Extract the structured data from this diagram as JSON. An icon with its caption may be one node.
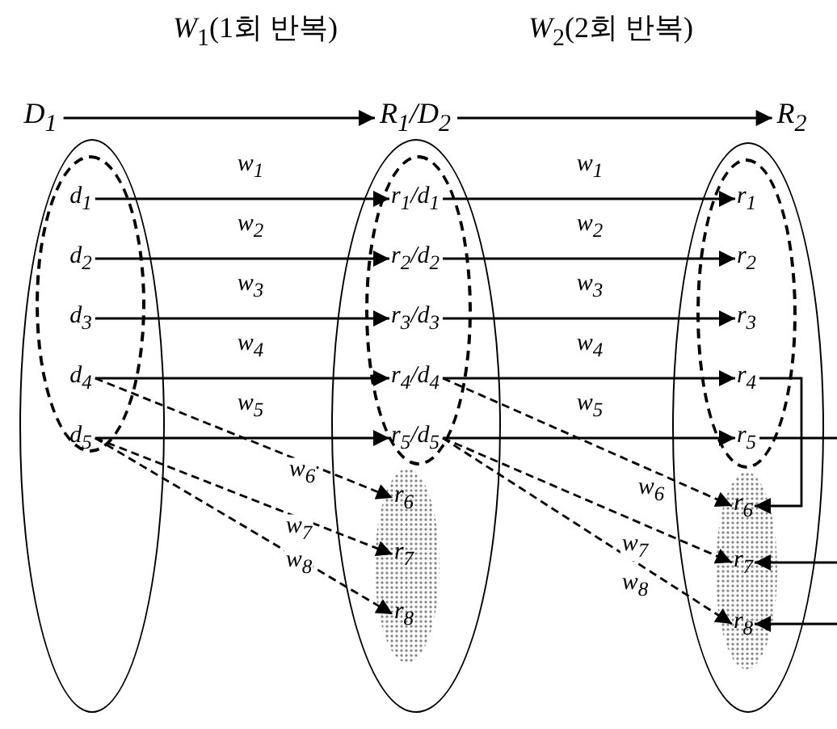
{
  "diagram": {
    "nodes": [
      {
        "text": [
          "D$_{1}$"
        ]
      },
      {
        "text": [
          "R$_{1}$/D$_{2}$"
        ]
      },
      {
        "text": [
          "R$_{2}$"
        ]
      },
      {
        "text": [],
        "shape": "ellipse"
      },
      {
        "text": [],
        "shape": "ellipse",
        "in": 3
      },
      {
        "text": [
          "d$_{1}$"
        ],
        "in": 4
      },
      {
        "text": [
          "d$_{2}$"
        ],
        "in": 4
      },
      {
        "text": [
          "d$_{3}$"
        ],
        "in": 4
      },
      {
        "text": [
          "d$_{4}$"
        ],
        "in": 4
      },
      {
        "text": [
          "d$_{5}$"
        ],
        "in": 4
      },
      {
        "text": [],
        "shape": "ellipse"
      },
      {
        "text": [],
        "shape": "ellipse",
        "in": 10
      },
      {
        "text": [
          "r$_{1}$/d$_{1}$"
        ],
        "in": 11
      },
      {
        "text": [
          "r$_{2}$/d$_{2}$"
        ],
        "in": 11
      },
      {
        "text": [
          "r$_{3}$/d$_{3}$"
        ],
        "in": 11
      },
      {
        "text": [
          "r$_{4}$/d$_{4}$"
        ],
        "in": 11
      },
      {
        "text": [
          "r$_{5}$/d$_{5}$"
        ],
        "in": 11
      },
      {
        "text": [],
        "shape": "ellipse",
        "in": 10
      },
      {
        "text": [
          "r$_{6}$"
        ],
        "in": 17
      },
      {
        "text": [
          "r$_{7}$"
        ],
        "in": 17
      },
      {
        "text": [
          "r$_{8}$"
        ],
        "in": 17
      },
      {
        "text": [],
        "shape": "ellipse"
      },
      {
        "text": [],
        "shape": "ellipse",
        "in": 21
      },
      {
        "text": [
          "r$_{1}$"
        ],
        "in": 22
      },
      {
        "text": [
          "r$_{2}$"
        ],
        "in": 22
      },
      {
        "text": [
          "r$_{3}$"
        ],
        "in": 22
      },
      {
        "text": [
          "r$_{4}$"
        ],
        "in": 22
      },
      {
        "text": [
          "r$_{5}$"
        ],
        "in": 22
      },
      {
        "text": [],
        "shape": "ellipse",
        "in": 21
      },
      {
        "text": [
          "r$_{6}$"
        ],
        "in": 28
      },
      {
        "text": [
          "r$_{7}$"
        ],
        "in": 28
      },
      {
        "text": [
          "r$_{8}$"
        ],
        "in": 28
      }
    ],
    "edges": [
      {
        "from": 0,
        "to": 1,
        "arrow": "to",
        "label": "*W*$_{1}$(1회 반복)"
      },
      {
        "from": 1,
        "to": 2,
        "arrow": "to",
        "label": "*W*$_{2}$(2회 반복)"
      },
      {
        "from": 5,
        "to": 12,
        "arrow": "to",
        "label": "w$_{1}$"
      },
      {
        "from": 6,
        "to": 13,
        "arrow": "to",
        "label": "w$_{2}$"
      },
      {
        "from": 7,
        "to": 14,
        "arrow": "to",
        "label": "w$_{3}$"
      },
      {
        "from": 8,
        "to": 15,
        "arrow": "to",
        "label": "w$_{4}$"
      },
      {
        "from": 9,
        "to": 16,
        "arrow": "to",
        "label": "w$_{5}$"
      },
      {
        "from": 8,
        "to": 18,
        "arrow": "to",
        "label": "w$_{6}$",
        "style": "dashed"
      },
      {
        "from": 9,
        "to": 19,
        "arrow": "to",
        "label": "w$_{7}$",
        "style": "dashed"
      },
      {
        "from": 9,
        "to": 20,
        "arrow": "to",
        "label": "w$_{8}$",
        "style": "dashed"
      },
      {
        "from": 12,
        "to": 23,
        "arrow": "to",
        "label": "w$_{1}$"
      },
      {
        "from": 13,
        "to": 24,
        "arrow": "to",
        "label": "w$_{2}$"
      },
      {
        "from": 14,
        "to": 25,
        "arrow": "to",
        "label": "w$_{3}$"
      },
      {
        "from": 15,
        "to": 26,
        "arrow": "to",
        "label": "w$_{4}$"
      },
      {
        "from": 16,
        "to": 27,
        "arrow": "to",
        "label": "w$_{5}$"
      },
      {
        "from": 15,
        "to": 29,
        "arrow": "to",
        "label": "w$_{6}$",
        "style": "dashed"
      },
      {
        "from": 16,
        "to": 30,
        "arrow": "to",
        "label": "w$_{7}$",
        "style": "dashed"
      },
      {
        "from": 16,
        "to": 31,
        "arrow": "to",
        "label": "w$_{8}$",
        "style": "dashed"
      },
      {
        "from": 26,
        "to": 29,
        "arrow": "to"
      },
      {
        "from": 27,
        "to": null,
        "arrow": "none"
      },
      {
        "from": null,
        "to": 30,
        "arrow": "to"
      },
      {
        "from": null,
        "to": 31,
        "arrow": "to"
      }
    ]
  }
}
